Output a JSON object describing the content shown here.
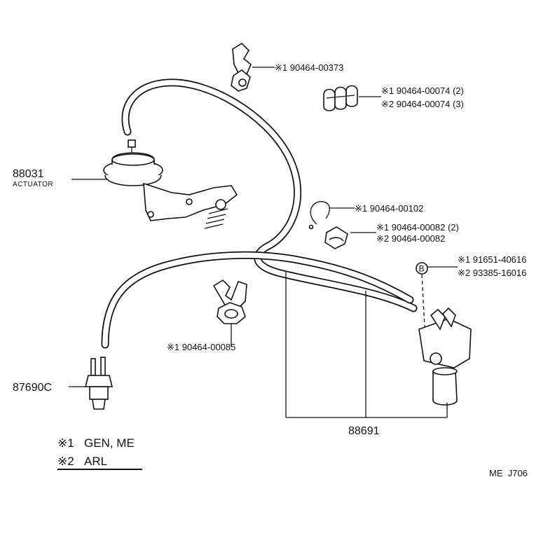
{
  "callouts": {
    "clamp_top": "※1 90464-00373",
    "clamp_double_1": "※1 90464-00074 (2)",
    "clamp_double_2": "※2 90464-00074 (3)",
    "actuator_no": "88031",
    "actuator_name": "ACTUATOR",
    "ring_clip": "※1 90464-00102",
    "clip_mid_1": "※1 90464-00082 (2)",
    "clip_mid_2": "※2 90464-00082",
    "bolt_marker": "B",
    "vsv_bolt_1": "※1 91651-40616",
    "vsv_bolt_2": "※2 93385-16016",
    "clamp_lower": "※1 90464-00085",
    "switch_no": "87690C",
    "hose_assy_no": "88691"
  },
  "legend": [
    {
      "mark": "※1",
      "text": "GEN, ME"
    },
    {
      "mark": "※2",
      "text": "ARL"
    }
  ],
  "footer_code": "ME  J706"
}
